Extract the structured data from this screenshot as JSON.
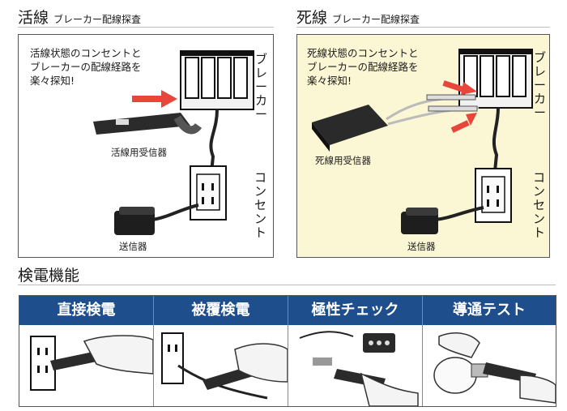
{
  "live": {
    "title": "活線",
    "subtitle": "ブレーカー配線探査",
    "description": [
      "活線状態のコンセントと",
      "ブレーカーの配線経路を",
      "楽々探知!"
    ],
    "breaker_label": [
      "ブ",
      "レ",
      "ー",
      "カ",
      "ー"
    ],
    "outlet_label": [
      "コ",
      "ン",
      "セ",
      "ン",
      "ト"
    ],
    "receiver_label": "活線用受信器",
    "transmitter_label": "送信器"
  },
  "dead": {
    "title": "死線",
    "subtitle": "ブレーカー配線探査",
    "description": [
      "死線状態のコンセントと",
      "ブレーカーの配線経路を",
      "楽々探知!"
    ],
    "breaker_label": [
      "ブ",
      "レ",
      "ー",
      "カ",
      "ー"
    ],
    "outlet_label": [
      "コ",
      "ン",
      "セ",
      "ン",
      "ト"
    ],
    "receiver_label": "死線用受信器",
    "transmitter_label": "送信器",
    "background_color": "#fbf6d4"
  },
  "features": {
    "title": "検電機能",
    "header_color": "#1f4e8c",
    "items": [
      {
        "label": "直接検電"
      },
      {
        "label": "被覆検電"
      },
      {
        "label": "極性チェック"
      },
      {
        "label": "導通テスト"
      }
    ]
  },
  "colors": {
    "arrow": "#e8463a",
    "probe": "#2b2b2b"
  }
}
